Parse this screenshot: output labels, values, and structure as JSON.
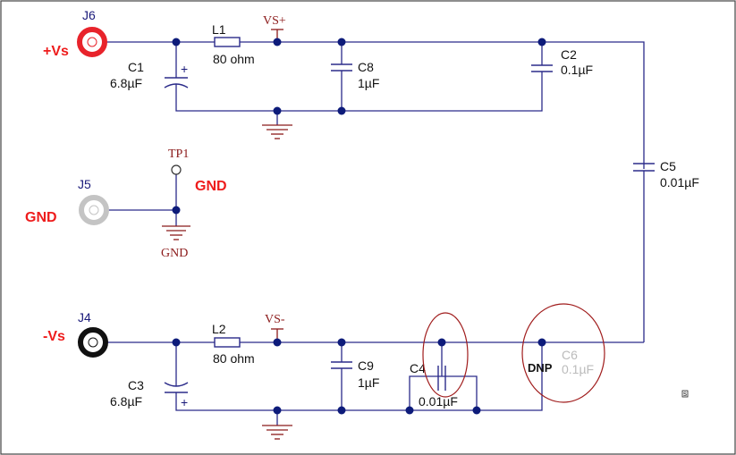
{
  "connectors": {
    "j6": {
      "ref": "J6",
      "net": "+Vs"
    },
    "j5": {
      "ref": "J5",
      "net": "GND"
    },
    "j4": {
      "ref": "J4",
      "net": "-Vs"
    }
  },
  "test_point": {
    "ref": "TP1",
    "net": "GND"
  },
  "rails": {
    "vs_pos": "VS+",
    "vs_neg": "VS-",
    "gnd": "GND"
  },
  "components": {
    "c1": {
      "ref": "C1",
      "value": "6.8µF"
    },
    "l1": {
      "ref": "L1",
      "value": "80 ohm"
    },
    "c8": {
      "ref": "C8",
      "value": "1µF"
    },
    "c2": {
      "ref": "C2",
      "value": "0.1µF"
    },
    "c5": {
      "ref": "C5",
      "value": "0.01µF"
    },
    "c3": {
      "ref": "C3",
      "value": "6.8µF"
    },
    "l2": {
      "ref": "L2",
      "value": "80 ohm"
    },
    "c9": {
      "ref": "C9",
      "value": "1µF"
    },
    "c4": {
      "ref": "C4",
      "value": "0.01µF"
    },
    "c6": {
      "ref": "C6",
      "value": "0.1µF",
      "note": "DNP"
    }
  },
  "polarity_mark": "+",
  "corner_marker": "s",
  "colors": {
    "wire": "#2b2b8a",
    "node": "#0d1b7a",
    "ground": "#8b1a1a",
    "label_red": "#ee1c1c",
    "dnp_gray": "#bbbbbb"
  }
}
